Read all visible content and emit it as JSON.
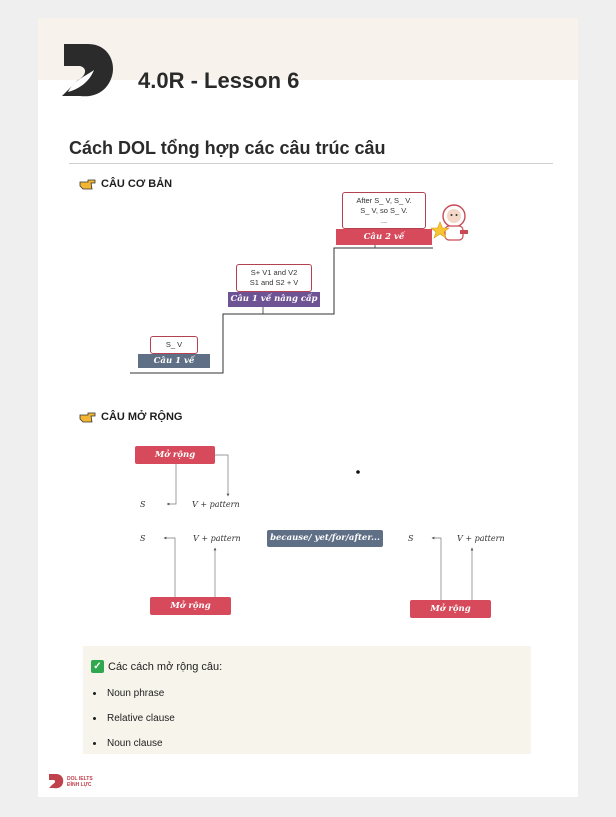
{
  "header": {
    "title": "4.0R - Lesson 6"
  },
  "section": {
    "title": "Cách DOL tổng hợp các câu trúc câu"
  },
  "basic": {
    "heading": "CÂU CƠ BẢN",
    "steps": [
      {
        "box_lines": [
          "S_ V"
        ],
        "label": "Câu 1 vế"
      },
      {
        "box_lines": [
          "S+ V1 and V2",
          "S1 and S2 + V"
        ],
        "label": "Câu 1 vế nâng cấp"
      },
      {
        "box_lines": [
          "After S_ V, S_ V.",
          "S_ V, so S_ V.",
          "..."
        ],
        "label": "Câu 2 vế"
      }
    ]
  },
  "extended": {
    "heading": "CÂU MỞ RỘNG",
    "expand_label": "Mở rộng",
    "s_label": "S",
    "vp_label": "V + pattern",
    "connector_label": "because/ yet/for/after..."
  },
  "callout": {
    "title": "Các cách mở rộng câu:",
    "items": [
      "Noun phrase",
      "Relative clause",
      "Noun clause"
    ]
  },
  "footer": {
    "line1": "DOL IELTS",
    "line2": "ĐÌNH LỰC"
  },
  "colors": {
    "red": "#d64a5b",
    "purple": "#6e5394",
    "slate": "#5f6f86",
    "header_bg": "#f7f3ec"
  }
}
